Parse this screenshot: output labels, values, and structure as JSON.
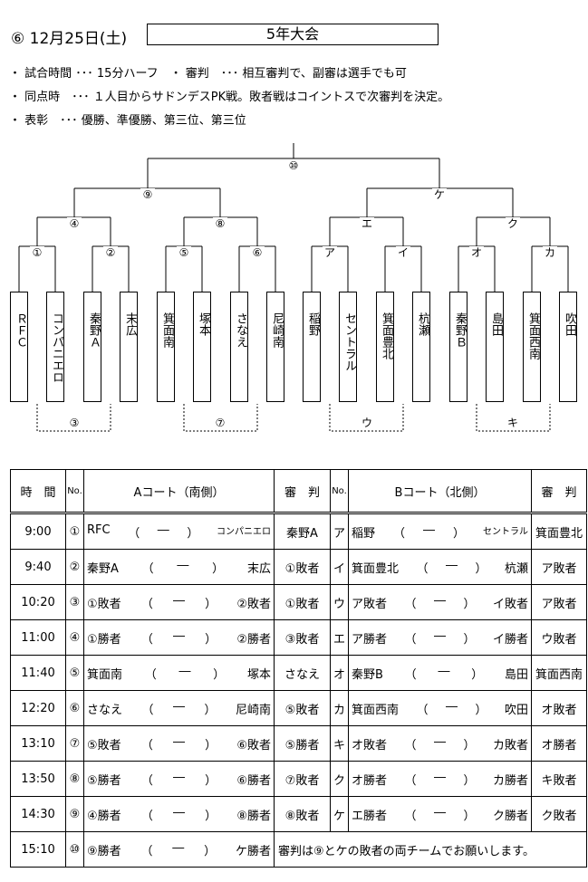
{
  "header": {
    "date": "⑥ 12月25日(土)",
    "title": "5年大会"
  },
  "notes": [
    "・ 試合時間 ･･･ 15分ハーフ　・ 審判　･･･ 相互審判で、副審は選手でも可",
    "・ 同点時　･･･ １人目からサドンデスPK戦。敗者戦はコイントスで次審判を決定。",
    "・ 表彰　･･･ 優勝、準優勝、第三位、第三位"
  ],
  "bracket": {
    "final_label": "⑩",
    "semi_labels": [
      "⑨",
      "ケ"
    ],
    "quarter_labels": [
      "④",
      "⑧",
      "エ",
      "ク"
    ],
    "first_labels": [
      "①",
      "②",
      "⑤",
      "⑥",
      "ア",
      "イ",
      "オ",
      "カ"
    ],
    "losers_labels": [
      "③",
      "⑦",
      "ウ",
      "キ"
    ],
    "teams": [
      "ＲＦＣ",
      "コンパニエロ",
      "秦野Ａ",
      "末広",
      "箕面南",
      "塚本",
      "さなえ",
      "尼崎南",
      "稲野",
      "セントラル",
      "箕面豊北",
      "杭瀬",
      "秦野Ｂ",
      "島田",
      "箕面西南",
      "吹田"
    ]
  },
  "schedule": {
    "headers": {
      "time": "時　間",
      "no": "No.",
      "a_court": "Aコート（南側）",
      "referee": "審　判",
      "b_court": "Bコート（北側）"
    },
    "open": "（",
    "dash": "―",
    "close": "）",
    "rows": [
      {
        "time": "9:00",
        "a_no": "①",
        "a_left": "RFC",
        "a_right": "コンパニエロ",
        "a_ref": "秦野A",
        "b_no": "ア",
        "b_left": "稲野",
        "b_right": "セントラル",
        "b_ref": "箕面豊北"
      },
      {
        "time": "9:40",
        "a_no": "②",
        "a_left": "秦野A",
        "a_right": "末広",
        "a_ref": "①敗者",
        "b_no": "イ",
        "b_left": "箕面豊北",
        "b_right": "杭瀬",
        "b_ref": "ア敗者"
      },
      {
        "time": "10:20",
        "a_no": "③",
        "a_left": "①敗者",
        "a_right": "②敗者",
        "a_ref": "①敗者",
        "b_no": "ウ",
        "b_left": "ア敗者",
        "b_right": "イ敗者",
        "b_ref": "ア敗者"
      },
      {
        "time": "11:00",
        "a_no": "④",
        "a_left": "①勝者",
        "a_right": "②勝者",
        "a_ref": "③敗者",
        "b_no": "エ",
        "b_left": "ア勝者",
        "b_right": "イ勝者",
        "b_ref": "ウ敗者"
      },
      {
        "time": "11:40",
        "a_no": "⑤",
        "a_left": "箕面南",
        "a_right": "塚本",
        "a_ref": "さなえ",
        "b_no": "オ",
        "b_left": "秦野B",
        "b_right": "島田",
        "b_ref": "箕面西南"
      },
      {
        "time": "12:20",
        "a_no": "⑥",
        "a_left": "さなえ",
        "a_right": "尼崎南",
        "a_ref": "⑤敗者",
        "b_no": "カ",
        "b_left": "箕面西南",
        "b_right": "吹田",
        "b_ref": "オ敗者"
      },
      {
        "time": "13:10",
        "a_no": "⑦",
        "a_left": "⑤敗者",
        "a_right": "⑥敗者",
        "a_ref": "⑤勝者",
        "b_no": "キ",
        "b_left": "オ敗者",
        "b_right": "カ敗者",
        "b_ref": "オ勝者"
      },
      {
        "time": "13:50",
        "a_no": "⑧",
        "a_left": "⑤勝者",
        "a_right": "⑥勝者",
        "a_ref": "⑦敗者",
        "b_no": "ク",
        "b_left": "オ勝者",
        "b_right": "カ勝者",
        "b_ref": "キ敗者"
      },
      {
        "time": "14:30",
        "a_no": "⑨",
        "a_left": "④勝者",
        "a_right": "⑧勝者",
        "a_ref": "⑧敗者",
        "b_no": "ケ",
        "b_left": "エ勝者",
        "b_right": "ク勝者",
        "b_ref": "ク敗者"
      }
    ],
    "final_row": {
      "time": "15:10",
      "no": "⑩",
      "left": "⑨勝者",
      "right": "ケ勝者",
      "note": "審判は⑨とケの敗者の両チームでお願いします。"
    }
  }
}
